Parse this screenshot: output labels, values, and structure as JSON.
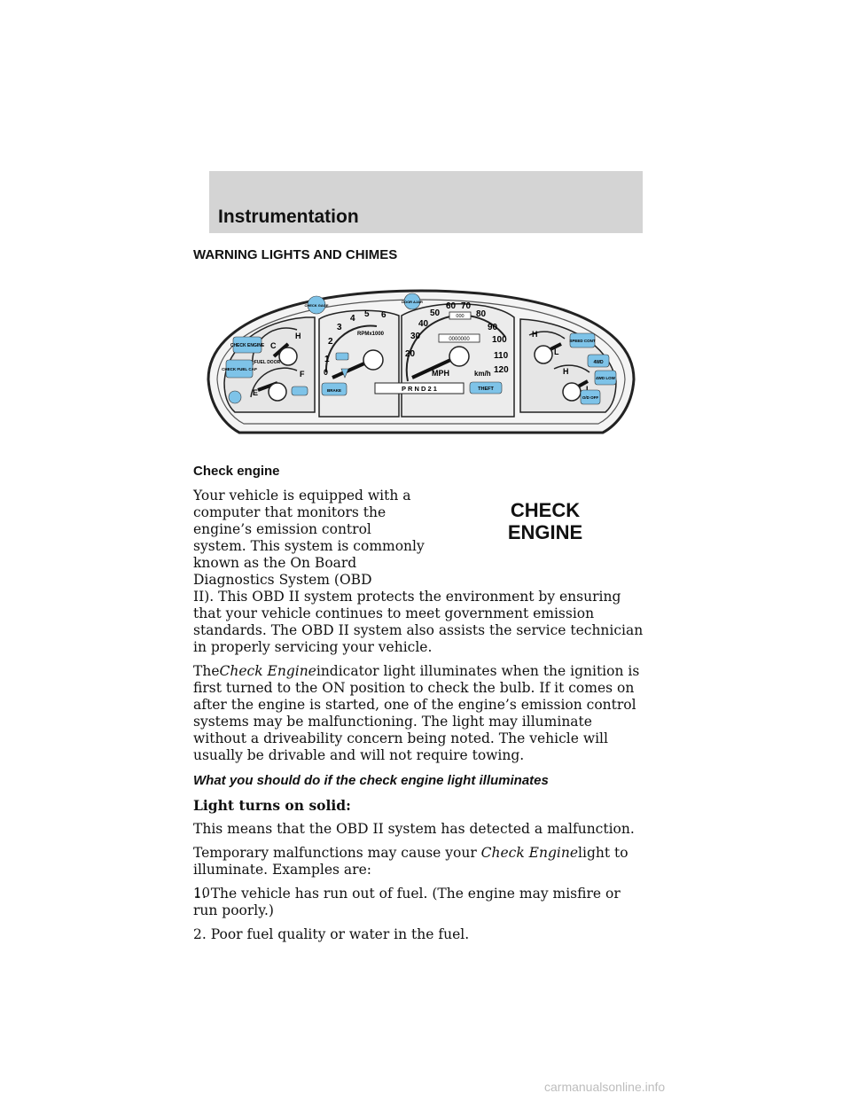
{
  "header": {
    "title": "Instrumentation"
  },
  "section_title": "WARNING LIGHTS AND CHIMES",
  "cluster": {
    "tach_numbers": [
      "1",
      "2",
      "3",
      "4",
      "5",
      "6"
    ],
    "tach_zero": "0",
    "tach_label": "RPMx1000",
    "speed_numbers": [
      "20",
      "30",
      "40",
      "50",
      "60",
      "70",
      "80",
      "90",
      "100",
      "110",
      "120"
    ],
    "speed_label": "MPH",
    "kmh_label": "km/h",
    "odometer": "0000000",
    "trip": "000",
    "lamp_check_gage": "CHECK GAGE",
    "lamp_door_ajar": "DOOR AJAR",
    "lamp_check_engine": "CHECK ENGINE",
    "lamp_check_fuel_cap": "CHECK FUEL CAP",
    "lamp_brake": "BRAKE",
    "lamp_theft": "THEFT",
    "lamp_speed_cont": "SPEED CONT",
    "lamp_4wd": "4WD",
    "lamp_4wd_low": "4WD LOW",
    "lamp_od_off": "O/D OFF",
    "fuel_door": "◁FUEL DOOR",
    "gear_selector": "P  R  N  D  2  1",
    "temp_h": "H",
    "temp_c": "C",
    "fuel_f": "F",
    "fuel_e": "E",
    "oil_h": "H",
    "oil_l": "L",
    "volt_h": "H",
    "volt_l": "L"
  },
  "content": {
    "subtitle": "Check engine",
    "para1": "Your vehicle is equipped with a computer that monitors the engine’s emission control system. This system is commonly known as the On Board Diagnostics System (OBD",
    "para1_cont": "II). This OBD II system protects the environment by ensuring that your vehicle continues to meet government emission standards. The OBD II system also assists the service technician in properly servicing your vehicle.",
    "para2_a": "The",
    "para2_em": "Check Engine",
    "para2_b": "indicator light illuminates when the ignition is first turned to the ON position to check the bulb. If it comes on after the engine is started, one of the engine’s emission control systems may be malfunctioning. The light may illuminate without a driveability concern being noted. The vehicle will usually be drivable and will not require towing.",
    "italic_heading": "What you should do if the check engine light illuminates",
    "bold_line": "Light turns on solid:",
    "para3": "This means that the OBD II system has detected a malfunction.",
    "para4_a": "Temporary malfunctions may cause your",
    "para4_em": "Check Engine",
    "para4_b": "light to illuminate. Examples are:",
    "item1": "1. The vehicle has run out of fuel. (The engine may misfire or run poorly.)",
    "item2": "2. Poor fuel quality or water in the fuel."
  },
  "check_engine_badge": {
    "line1": "CHECK",
    "line2": "ENGINE"
  },
  "page_number": "10",
  "watermark": "carmanualsonline.info",
  "colors": {
    "header_band": "#d4d4d4",
    "lamp_blue": "#7ec3e8",
    "cluster_gray": "#e6e6e6"
  }
}
